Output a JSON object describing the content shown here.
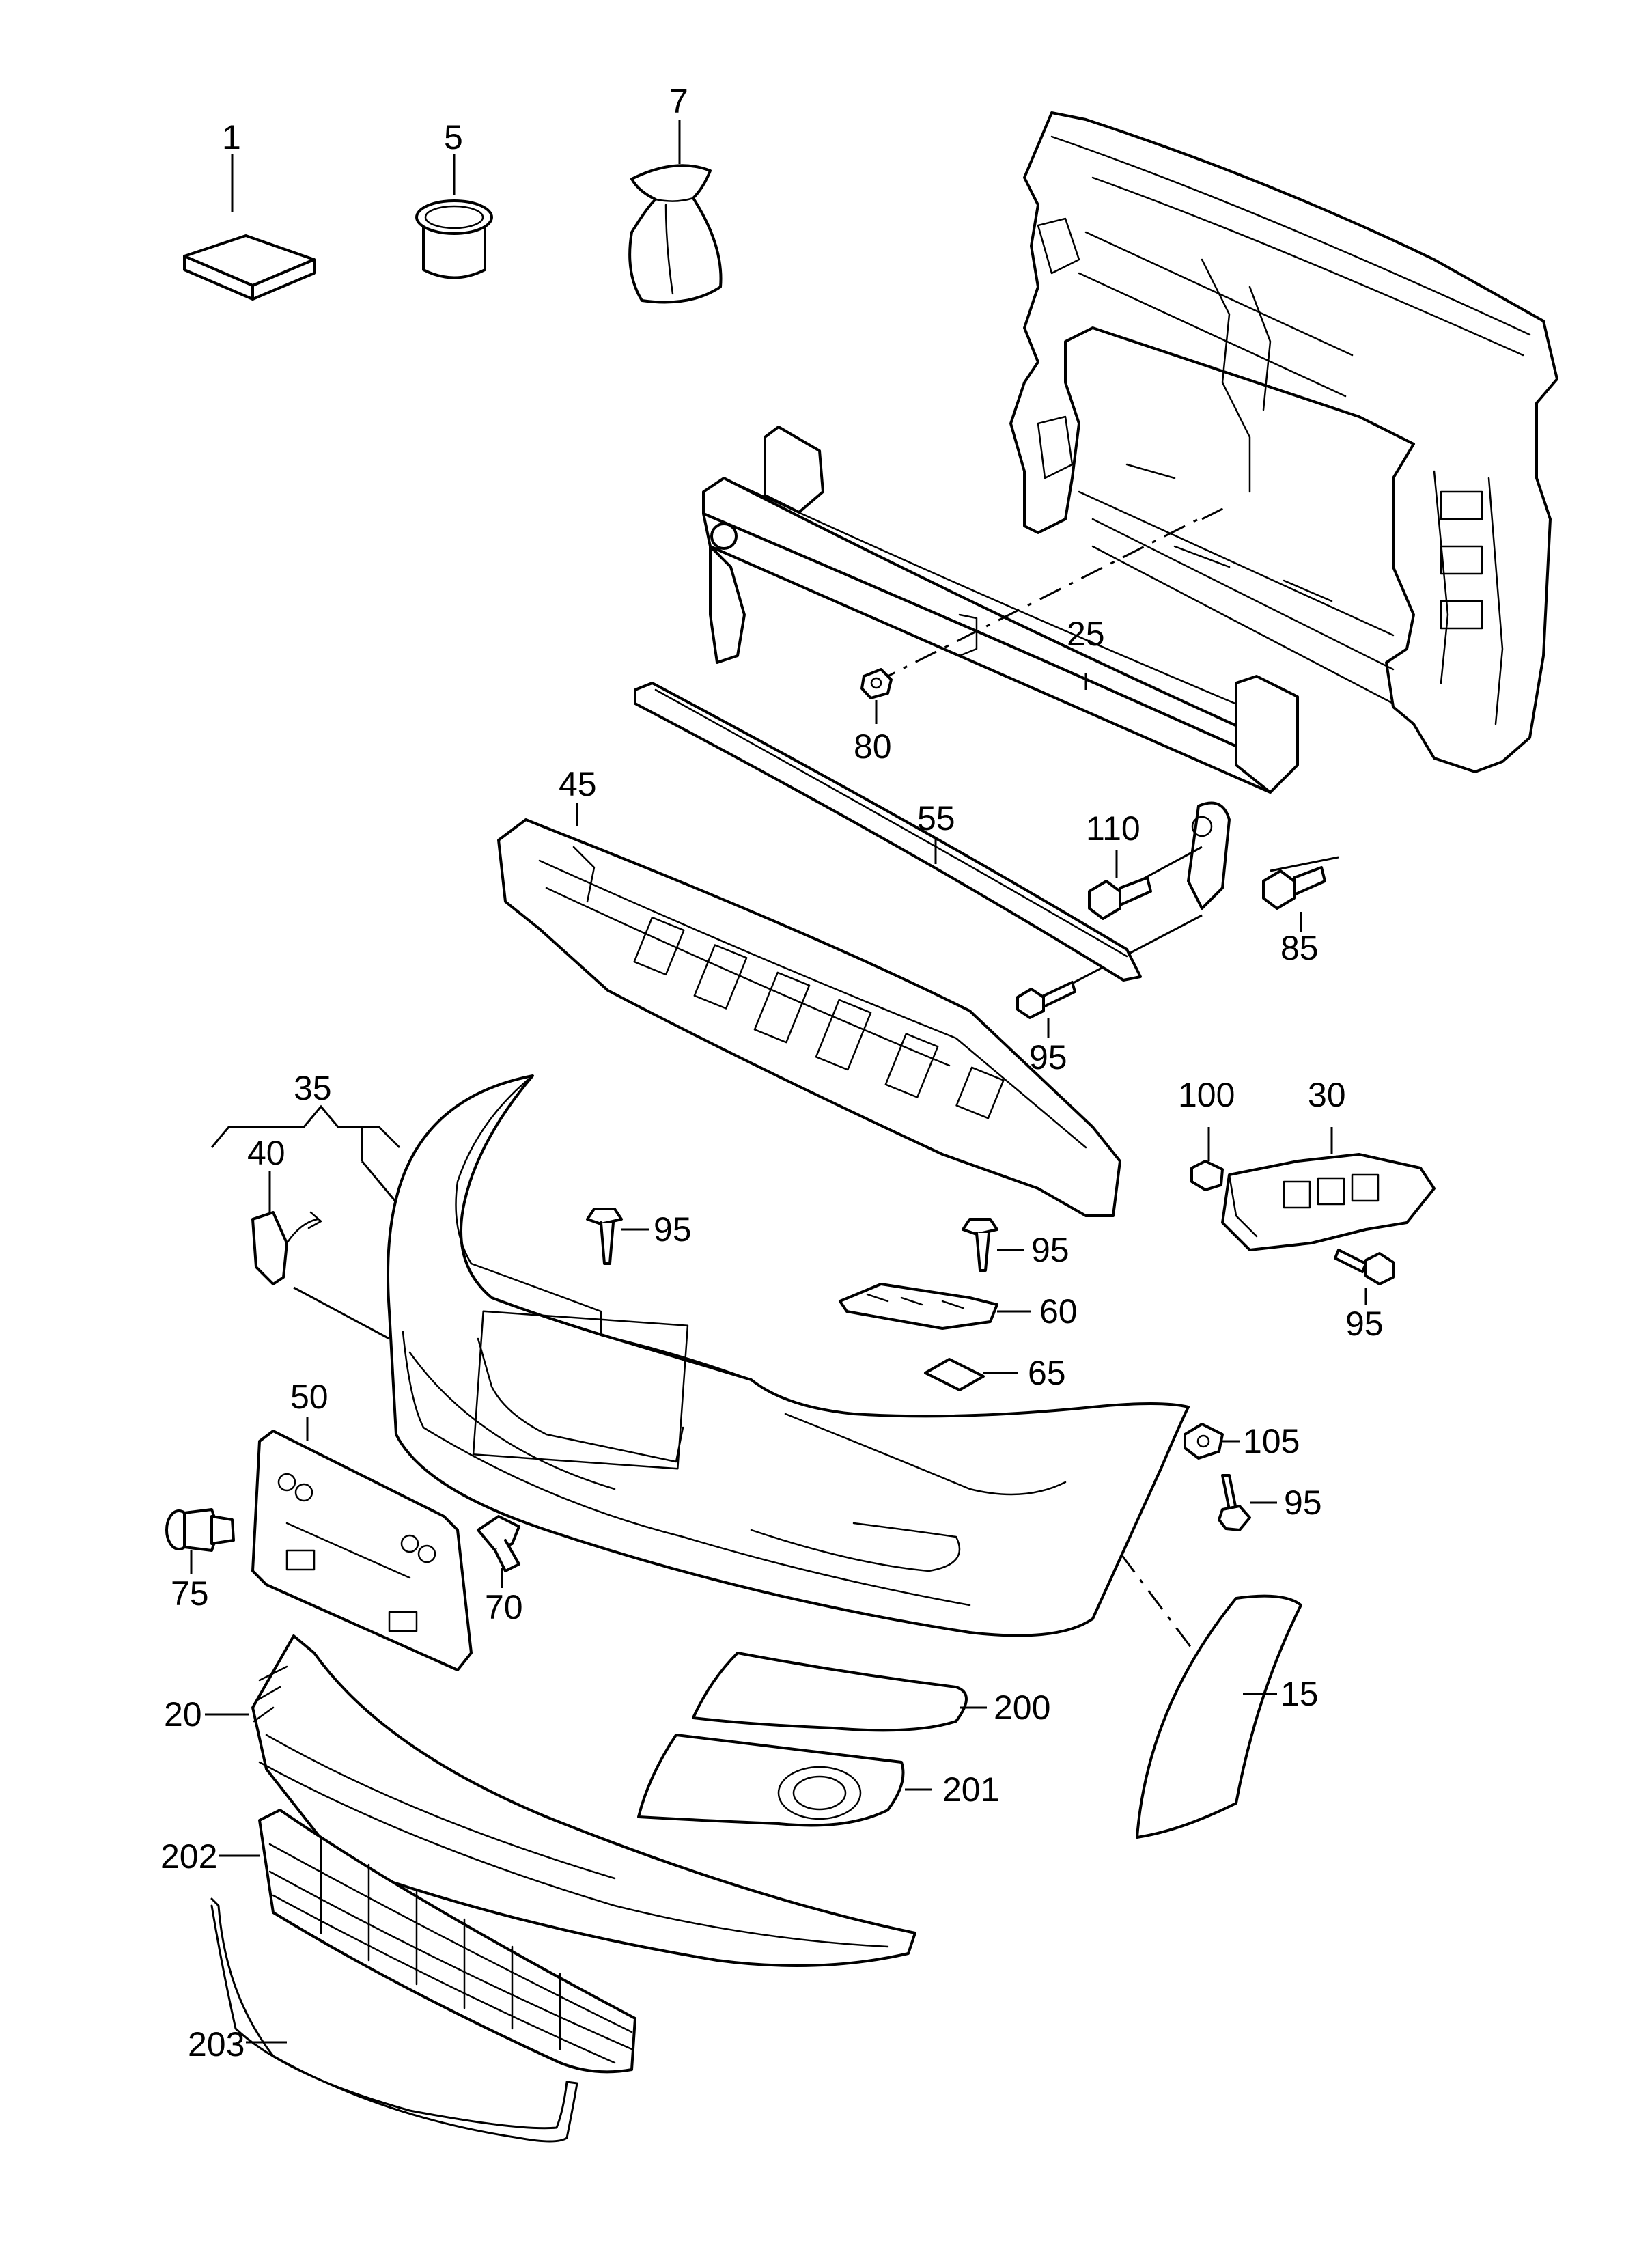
{
  "labels": {
    "p1": "1",
    "p5": "5",
    "p7": "7",
    "p25": "25",
    "p80": "80",
    "p45": "45",
    "p55": "55",
    "p110": "110",
    "p85": "85",
    "p95a": "95",
    "p35": "35",
    "p40": "40",
    "p95b": "95",
    "p95c": "95",
    "p60": "60",
    "p65": "65",
    "p100": "100",
    "p30": "30",
    "p95d": "95",
    "p50": "50",
    "p105": "105",
    "p95e": "95",
    "p75": "75",
    "p70": "70",
    "p20": "20",
    "p200": "200",
    "p15": "15",
    "p201": "201",
    "p202": "202",
    "p203": "203"
  }
}
